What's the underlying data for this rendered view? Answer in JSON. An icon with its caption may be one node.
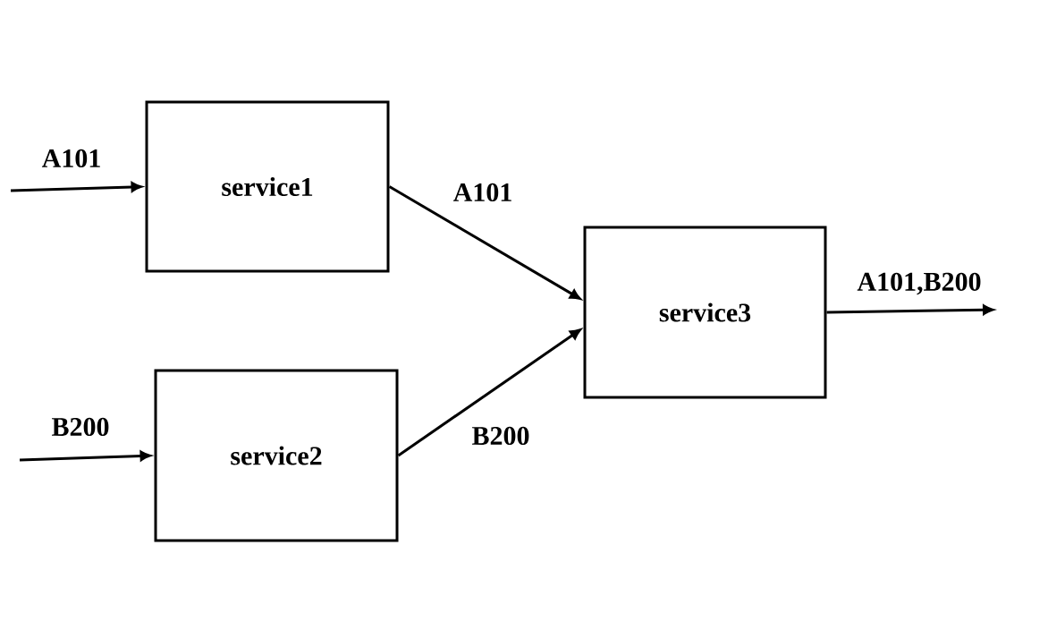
{
  "diagram": {
    "nodes": [
      {
        "text": [
          "service1"
        ]
      },
      {
        "text": [
          "service2"
        ]
      },
      {
        "text": [
          "service3"
        ]
      }
    ],
    "edges": [
      {
        "from": null,
        "to": 0,
        "arrow": "to",
        "label": "A101"
      },
      {
        "from": 0,
        "to": 2,
        "arrow": "to",
        "label": "A101"
      },
      {
        "from": null,
        "to": 1,
        "arrow": "to",
        "label": "B200"
      },
      {
        "from": 1,
        "to": 2,
        "arrow": "to",
        "label": "B200"
      },
      {
        "from": 2,
        "to": null,
        "arrow": "to",
        "label": "A101,B200"
      }
    ]
  }
}
